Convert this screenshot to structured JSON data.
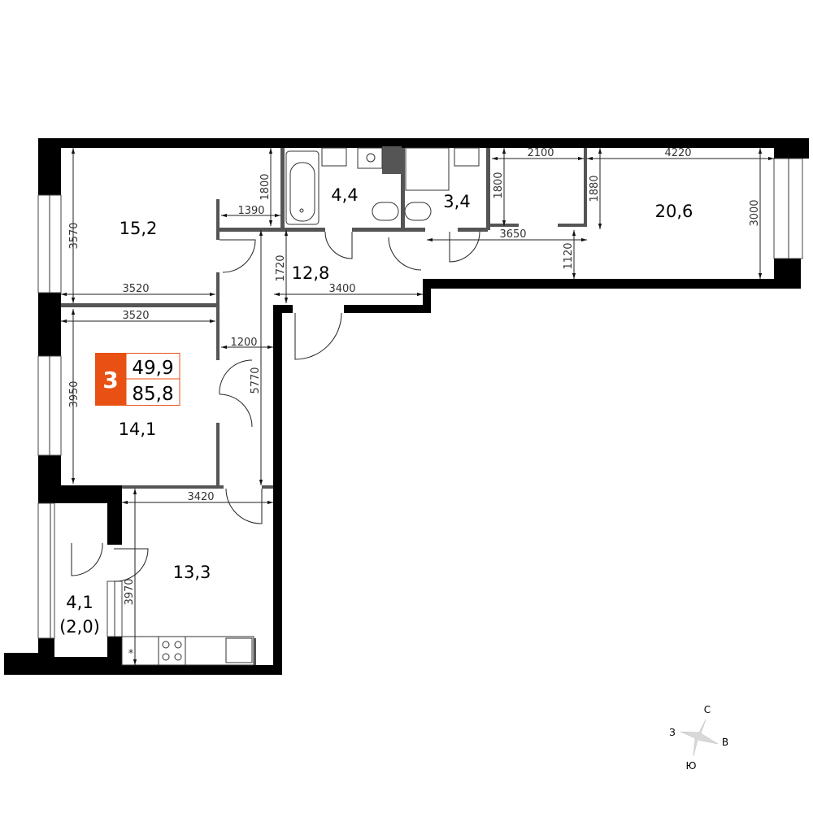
{
  "badge": {
    "rooms": "3",
    "living_area": "49,9",
    "total_area": "85,8",
    "color": "#E85113"
  },
  "rooms": {
    "bedroom_top": "15,2",
    "bathroom": "4,4",
    "wc": "3,4",
    "living": "20,6",
    "hall": "12,8",
    "bedroom_mid": "14,1",
    "kitchen": "13,3",
    "balcony": "4,1",
    "balcony_reduced": "(2,0)"
  },
  "dimensions": {
    "d3570": "3570",
    "d1800a": "1800",
    "d1390": "1390",
    "d3520a": "3520",
    "d3520b": "3520",
    "d3950": "3950",
    "d1200": "1200",
    "d5770": "5770",
    "d1720": "1720",
    "d3400": "3400",
    "d3420": "3420",
    "d3970": "3970",
    "d2100": "2100",
    "d1800b": "1800",
    "d1880": "1880",
    "d4220": "4220",
    "d3000": "3000",
    "d3650": "3650",
    "d1120": "1120"
  },
  "compass": {
    "north": "С",
    "west": "З",
    "east": "В",
    "south": "Ю"
  }
}
